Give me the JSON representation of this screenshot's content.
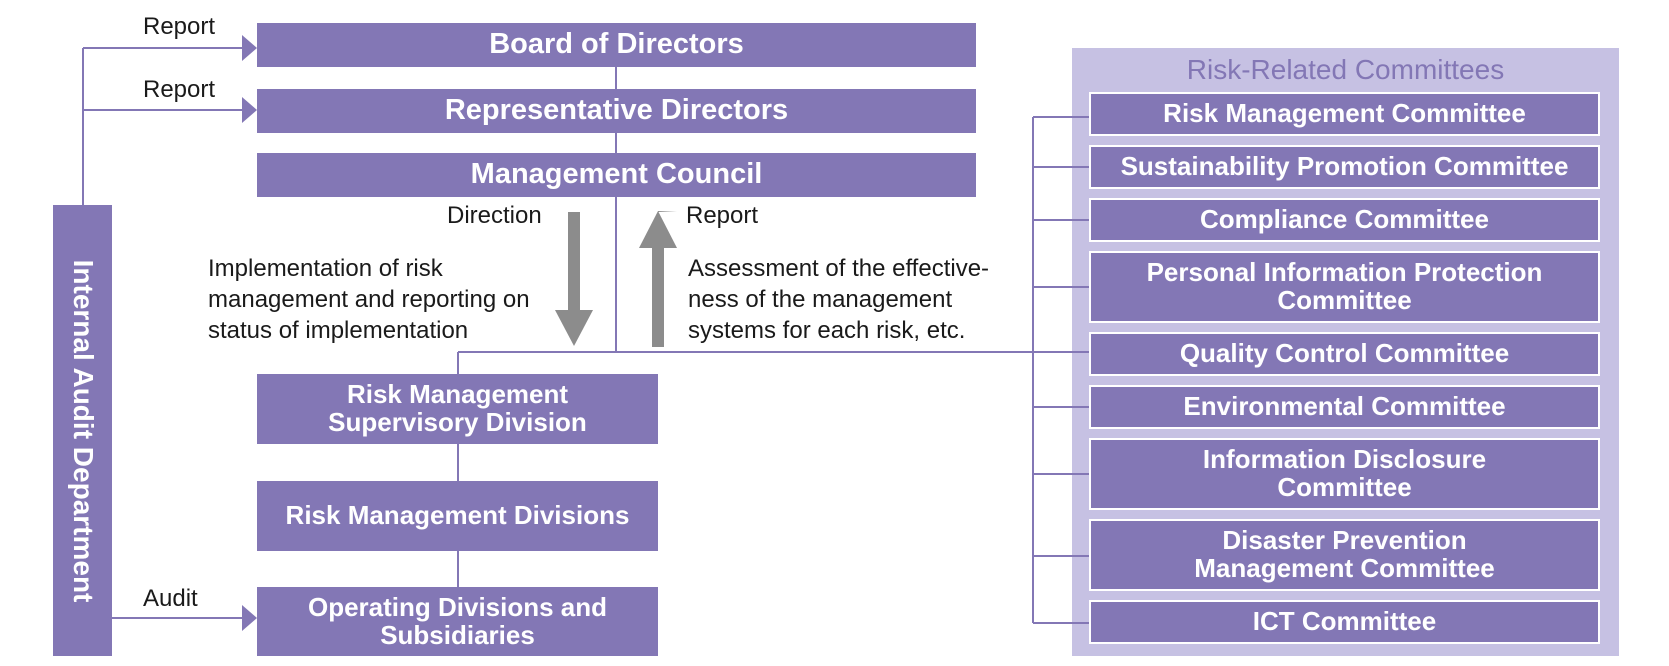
{
  "left_column": {
    "internal_audit": "Internal Audit Department",
    "report_label_1": "Report",
    "report_label_2": "Report",
    "audit_label": "Audit"
  },
  "top_boxes": {
    "board": "Board of Directors",
    "representative": "Representative Directors",
    "council": "Management Council"
  },
  "flow": {
    "direction_label": "Direction",
    "report_label": "Report",
    "implementation_text": [
      "Implementation of risk",
      "management and reporting on",
      "status of implementation"
    ],
    "assessment_text": [
      "Assessment of the effective-",
      "ness of the management",
      "systems for each risk, etc."
    ]
  },
  "divisions": {
    "supervisory": [
      "Risk Management",
      "Supervisory Division"
    ],
    "risk_divisions": "Risk Management Divisions",
    "operating": [
      "Operating Divisions and",
      "Subsidiaries"
    ]
  },
  "committees": {
    "title": "Risk-Related Committees",
    "items": [
      [
        "Risk Management Committee"
      ],
      [
        "Sustainability Promotion Committee"
      ],
      [
        "Compliance Committee"
      ],
      [
        "Personal Information Protection",
        "Committee"
      ],
      [
        "Quality Control Committee"
      ],
      [
        "Environmental Committee"
      ],
      [
        "Information Disclosure",
        "Committee"
      ],
      [
        "Disaster Prevention",
        "Management Committee"
      ],
      [
        "ICT Committee"
      ]
    ]
  },
  "colors": {
    "box_purple": "#8377b5",
    "panel_lavender": "#c6c1e3",
    "arrow_gray": "#8c8c8c"
  }
}
